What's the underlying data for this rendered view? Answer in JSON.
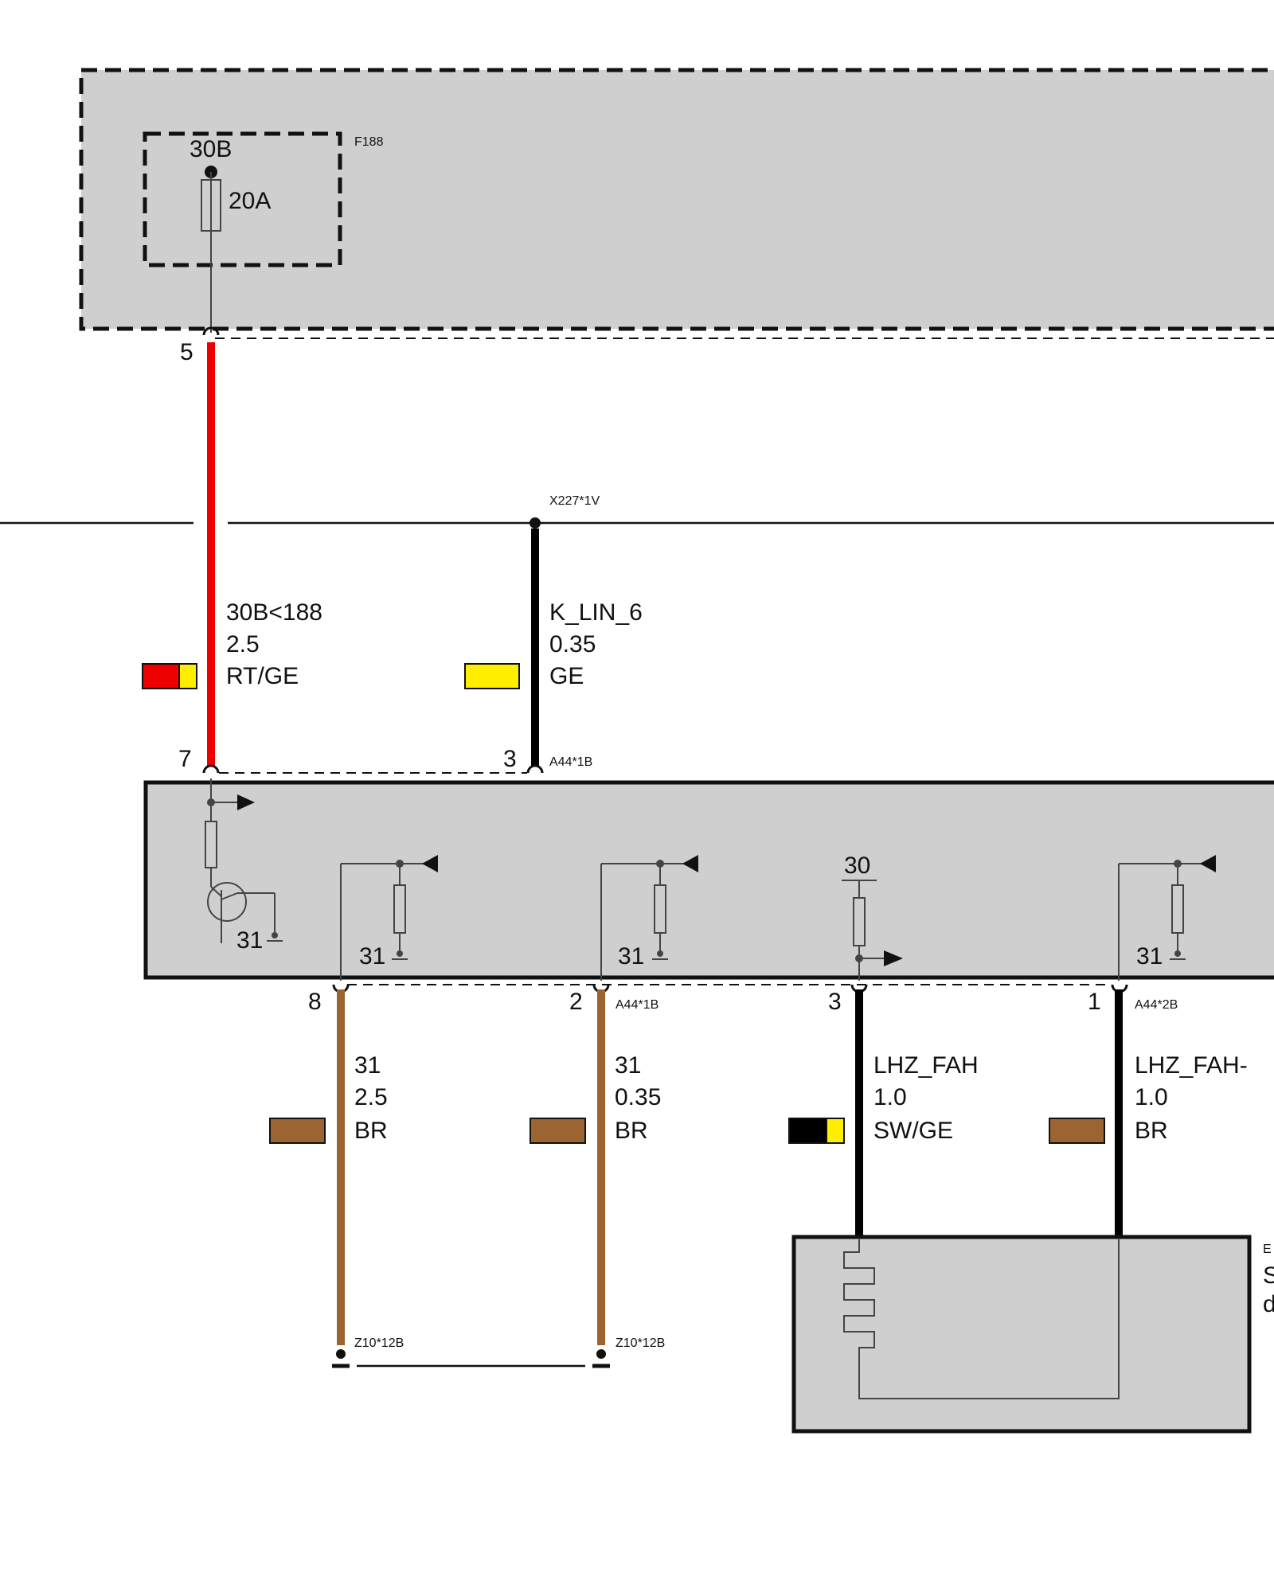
{
  "fuse_box": {
    "ref": "F188",
    "terminal": "30B",
    "rating": "20A",
    "pin": "5"
  },
  "splice": {
    "ref": "X227*1V"
  },
  "wires": {
    "w30b": {
      "signal": "30B<188",
      "gauge": "2.5",
      "color_code": "RT/GE",
      "colors": [
        "#ee0000",
        "#ffee00"
      ]
    },
    "klin": {
      "signal": "K_LIN_6",
      "gauge": "0.35",
      "color_code": "GE",
      "colors": [
        "#ffee00"
      ]
    },
    "gnd1": {
      "signal": "31",
      "gauge": "2.5",
      "color_code": "BR",
      "colors": [
        "#9c6431"
      ]
    },
    "gnd2": {
      "signal": "31",
      "gauge": "0.35",
      "color_code": "BR",
      "colors": [
        "#9c6431"
      ]
    },
    "lhz_pos": {
      "signal": "LHZ_FAH",
      "gauge": "1.0",
      "color_code": "SW/GE",
      "colors": [
        "#000000",
        "#ffee00"
      ]
    },
    "lhz_neg": {
      "signal": "LHZ_FAH-",
      "gauge": "1.0",
      "color_code": "BR",
      "colors": [
        "#9c6431"
      ]
    }
  },
  "module": {
    "top_connector": "A44*1B",
    "top_pins": {
      "w30b": "7",
      "klin": "3"
    },
    "bottom_connector_1": "A44*1B",
    "bottom_connector_2": "A44*2B",
    "bottom_pins": {
      "gnd1": "8",
      "gnd2": "2",
      "lhz_pos": "3",
      "lhz_neg": "1"
    },
    "ground_label": "31",
    "supply_label": "30"
  },
  "ground_point": {
    "ref": "Z10*12B"
  },
  "heater": {
    "ref_partial": "E",
    "desc_partial_1": "S",
    "desc_partial_2": "d"
  }
}
